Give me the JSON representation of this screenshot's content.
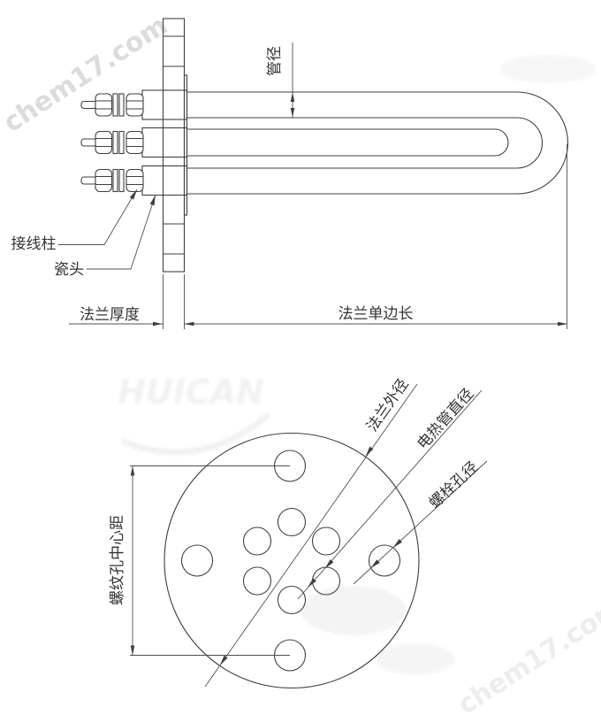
{
  "side_view": {
    "labels": {
      "tube_diameter": "管径",
      "terminal_post": "接线柱",
      "ceramic_head": "瓷头",
      "flange_thickness": "法兰厚度",
      "flange_side_length": "法兰单边长"
    },
    "terminal_post_count": 3,
    "visible_tube_count": 3
  },
  "flange_view": {
    "labels": {
      "flange_outer_diameter": "法兰外径",
      "heating_tube_diameter": "电热管直径",
      "bolt_hole_diameter": "螺栓孔径",
      "threaded_hole_center_distance": "螺纹孔中心距"
    },
    "bolt_hole_count": 4,
    "tube_hole_count": 6
  },
  "watermark": {
    "text": "chem17.com",
    "ghost_text": "HUICAN"
  },
  "colors": {
    "line": "#3f3f3f",
    "dimension": "#4f4f4f",
    "text": "#333333",
    "watermark_dark": "#d4d4d4",
    "watermark_light": "#efefef",
    "background": "#ffffff"
  }
}
